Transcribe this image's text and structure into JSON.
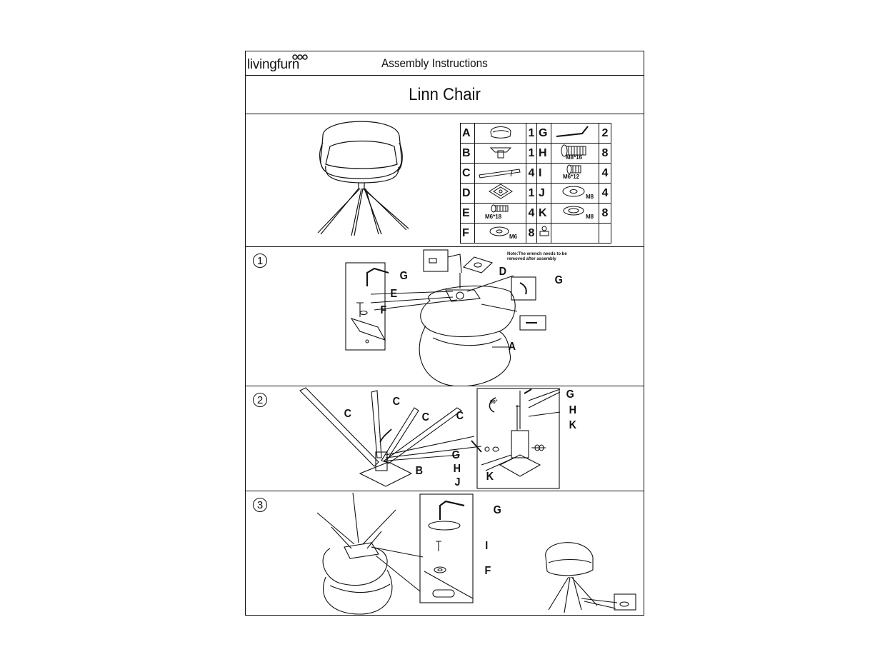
{
  "header": {
    "brand": "livingfurn",
    "title": "Assembly Instructions"
  },
  "document": {
    "title": "Linn Chair"
  },
  "parts": [
    {
      "letter": "A",
      "qty": "1",
      "size": ""
    },
    {
      "letter": "B",
      "qty": "1",
      "size": ""
    },
    {
      "letter": "C",
      "qty": "4",
      "size": ""
    },
    {
      "letter": "D",
      "qty": "1",
      "size": ""
    },
    {
      "letter": "E",
      "qty": "4",
      "size": "M6*18"
    },
    {
      "letter": "F",
      "qty": "8",
      "size": "M6"
    },
    {
      "letter": "G",
      "qty": "2",
      "size": ""
    },
    {
      "letter": "H",
      "qty": "8",
      "size": "M8*16"
    },
    {
      "letter": "I",
      "qty": "4",
      "size": "M6*12"
    },
    {
      "letter": "J",
      "qty": "4",
      "size": "M8"
    },
    {
      "letter": "K",
      "qty": "8",
      "size": "M8"
    }
  ],
  "steps": [
    {
      "number": "1",
      "note": "Note:The wrench needs to be removed after assembly",
      "labels": {
        "g1": "G",
        "e": "E",
        "f": "F",
        "d": "D",
        "g2": "G",
        "a": "A"
      }
    },
    {
      "number": "2",
      "rotation": "90°",
      "labels": {
        "c1": "C",
        "c2": "C",
        "c3": "C",
        "c4": "C",
        "b": "B",
        "g": "G",
        "h": "H",
        "j": "J",
        "g2": "G",
        "h2": "H",
        "k2": "K",
        "k": "K"
      }
    },
    {
      "number": "3",
      "labels": {
        "g": "G",
        "i": "I",
        "f": "F"
      }
    }
  ]
}
